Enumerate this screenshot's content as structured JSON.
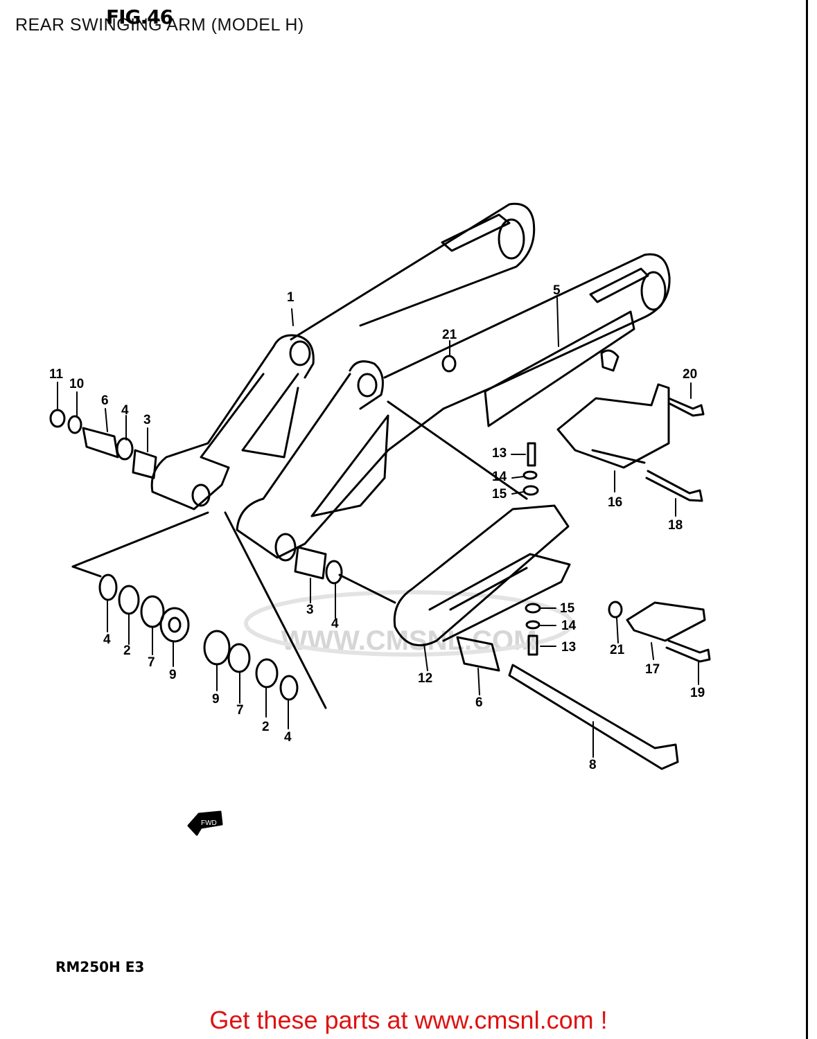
{
  "header": {
    "title": "REAR SWINGING ARM (MODEL H)",
    "figure": "FIG.46"
  },
  "diagram": {
    "model_code": "RM250H E3",
    "fwd_label": "FWD",
    "watermark": "WWW.CMSNL.COM",
    "callouts": [
      {
        "id": "c1",
        "label": "1"
      },
      {
        "id": "c5",
        "label": "5"
      },
      {
        "id": "c21a",
        "label": "21"
      },
      {
        "id": "c11",
        "label": "11"
      },
      {
        "id": "c10",
        "label": "10"
      },
      {
        "id": "c6a",
        "label": "6"
      },
      {
        "id": "c4a",
        "label": "4"
      },
      {
        "id": "c3a",
        "label": "3"
      },
      {
        "id": "c20",
        "label": "20"
      },
      {
        "id": "c13a",
        "label": "13"
      },
      {
        "id": "c14a",
        "label": "14"
      },
      {
        "id": "c15a",
        "label": "15"
      },
      {
        "id": "c16",
        "label": "16"
      },
      {
        "id": "c18",
        "label": "18"
      },
      {
        "id": "c3b",
        "label": "3"
      },
      {
        "id": "c4b",
        "label": "4"
      },
      {
        "id": "c4c",
        "label": "4"
      },
      {
        "id": "c2a",
        "label": "2"
      },
      {
        "id": "c7a",
        "label": "7"
      },
      {
        "id": "c9a",
        "label": "9"
      },
      {
        "id": "c15b",
        "label": "15"
      },
      {
        "id": "c14b",
        "label": "14"
      },
      {
        "id": "c13b",
        "label": "13"
      },
      {
        "id": "c21b",
        "label": "21"
      },
      {
        "id": "c17",
        "label": "17"
      },
      {
        "id": "c12",
        "label": "12"
      },
      {
        "id": "c6b",
        "label": "6"
      },
      {
        "id": "c19",
        "label": "19"
      },
      {
        "id": "c9b",
        "label": "9"
      },
      {
        "id": "c7b",
        "label": "7"
      },
      {
        "id": "c2b",
        "label": "2"
      },
      {
        "id": "c4d",
        "label": "4"
      },
      {
        "id": "c8",
        "label": "8"
      }
    ]
  },
  "footer": {
    "link_text": "Get these parts at www.cmsnl.com !",
    "link_color": "#e01010"
  }
}
